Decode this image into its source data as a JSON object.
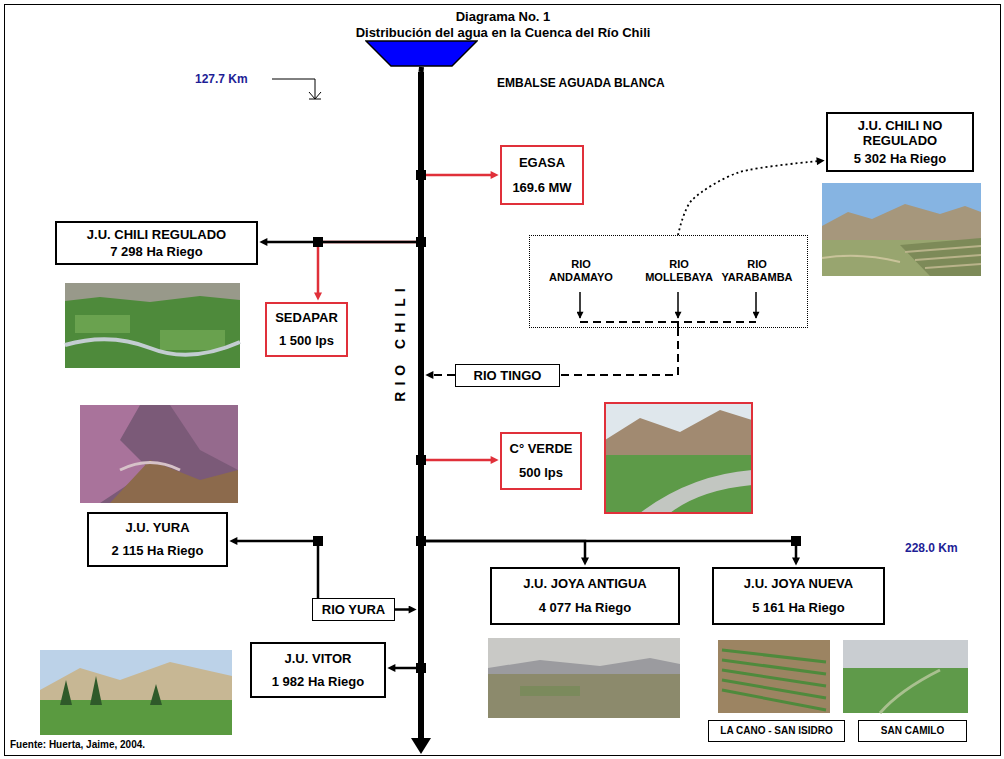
{
  "diagram": {
    "title": "Distribución del agua en la Cuenca del Río Chili",
    "caption": "Fuente: Huerta, Jaime, 2004.",
    "nodes": [
      {
        "text": [
          "EMBALSE AGUADA BLANCA"
        ]
      },
      {
        "text": [
          "RIO CHILI"
        ]
      },
      {
        "text": [
          "EGASA",
          "169.6 MW"
        ]
      },
      {
        "text": [
          "J.U. CHILI NO REGULADO",
          "5 302 Ha Riego"
        ]
      },
      {
        "text": [
          "J.U. CHILI REGULADO",
          "7 298 Ha Riego"
        ]
      },
      {
        "text": [
          "RIO ANDAMAYO",
          "RIO MOLLEBAYA",
          "RIO YARABAMBA"
        ]
      },
      {
        "text": [
          "SEDAPAR",
          "1 500 lps"
        ]
      },
      {
        "text": [
          "RIO TINGO"
        ]
      },
      {
        "text": [
          "C° VERDE",
          "500 lps"
        ]
      },
      {
        "text": [
          "J.U. YURA",
          "2 115 Ha Riego"
        ]
      },
      {
        "text": [
          "RIO YURA"
        ]
      },
      {
        "text": [
          "J.U. JOYA ANTIGUA",
          "4 077 Ha Riego"
        ]
      },
      {
        "text": [
          "J.U. JOYA NUEVA",
          "5 161 Ha Riego"
        ]
      },
      {
        "text": [
          "J.U. VITOR",
          "1 982 Ha Riego"
        ]
      },
      {
        "text": [
          "LA CANO - SAN ISIDRO"
        ]
      },
      {
        "text": [
          "SAN CAMILO"
        ]
      }
    ],
    "edges": [
      {
        "from": 0,
        "to": 1,
        "arrow": "none"
      },
      {
        "from": 1,
        "to": 2,
        "arrow": "to"
      },
      {
        "from": 5,
        "to": 3,
        "arrow": "to"
      },
      {
        "from": 1,
        "to": 6,
        "arrow": "to"
      },
      {
        "from": 1,
        "to": 4,
        "arrow": "to"
      },
      {
        "from": 5,
        "to": 7,
        "arrow": "none"
      },
      {
        "from": 7,
        "to": 1,
        "arrow": "to"
      },
      {
        "from": 1,
        "to": 8,
        "arrow": "to"
      },
      {
        "from": 10,
        "to": 9,
        "arrow": "to"
      },
      {
        "from": 10,
        "to": 1,
        "arrow": "to"
      },
      {
        "from": 1,
        "to": 11,
        "arrow": "to"
      },
      {
        "from": 1,
        "to": 12,
        "arrow": "to"
      },
      {
        "from": 1,
        "to": 13,
        "arrow": "to"
      }
    ],
    "labels": [
      "Diagrama No. 1",
      "127.7 Km",
      "228.0 Km"
    ]
  }
}
